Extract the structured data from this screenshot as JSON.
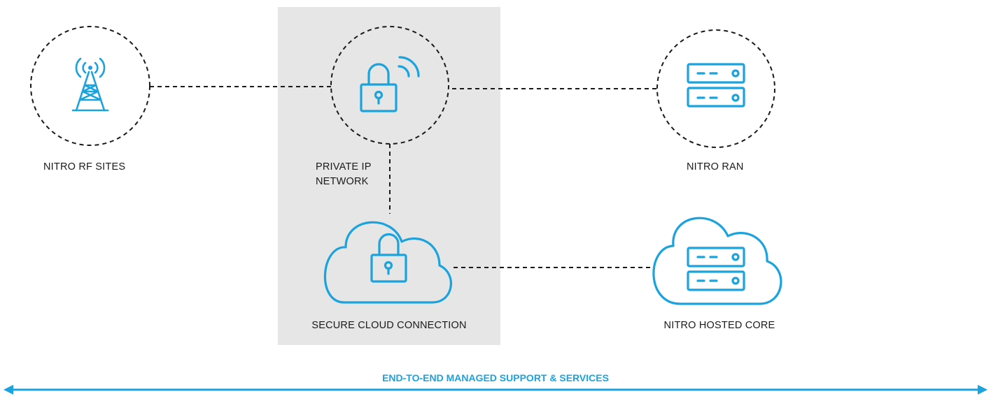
{
  "colors": {
    "accent": "#1ba3dd",
    "panel": "#e6e6e7",
    "ink": "#1a1a1a",
    "dash": "#1a1a1a"
  },
  "nodes": {
    "rf_sites": {
      "label": "NITRO RF SITES",
      "icon": "radio-tower-icon"
    },
    "private_ip": {
      "label_lines": [
        "PRIVATE IP",
        "NETWORK"
      ],
      "icon": "wireless-lock-icon"
    },
    "ran": {
      "label": "NITRO RAN",
      "icon": "server-rack-icon"
    },
    "secure_cloud": {
      "label": "SECURE CLOUD CONNECTION",
      "icon": "cloud-lock-icon"
    },
    "hosted_core": {
      "label": "NITRO HOSTED CORE",
      "icon": "cloud-server-icon"
    }
  },
  "footer": {
    "label": "END-TO-END MANAGED SUPPORT & SERVICES",
    "icon": "double-arrow-icon"
  }
}
